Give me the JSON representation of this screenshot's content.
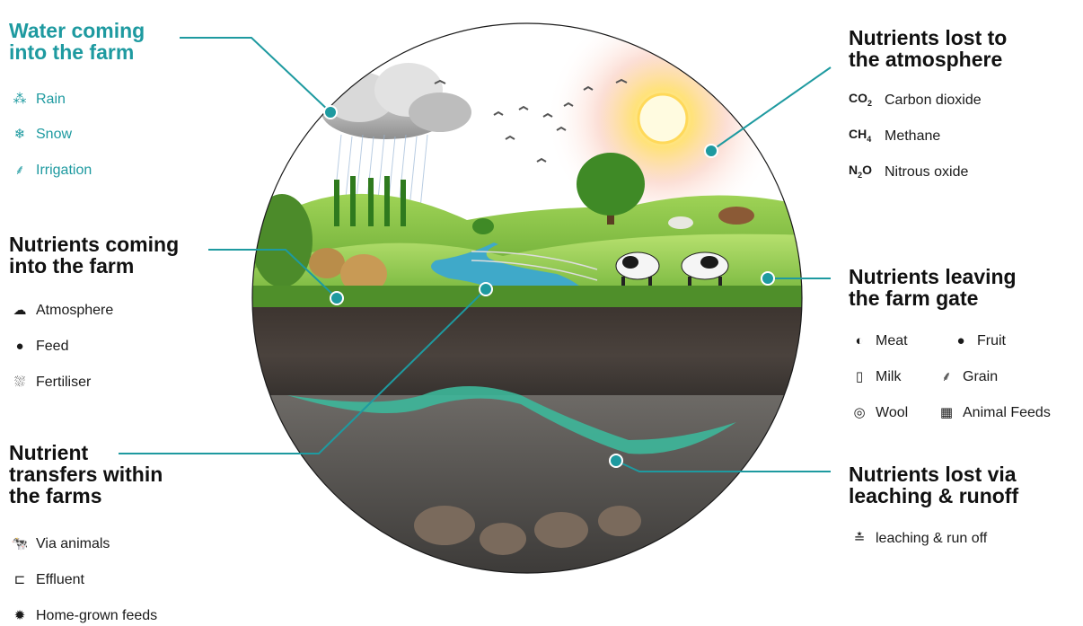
{
  "water": {
    "title_1": "Water coming",
    "title_2": "into the farm",
    "items": [
      {
        "icon": "rain-icon",
        "glyph": "⁂",
        "label": "Rain"
      },
      {
        "icon": "snowflake-icon",
        "glyph": "❄",
        "label": "Snow"
      },
      {
        "icon": "sprinkler-icon",
        "glyph": "⸙",
        "label": "Irrigation"
      }
    ]
  },
  "nutrients_in": {
    "title_1": "Nutrients coming",
    "title_2": "into the farm",
    "items": [
      {
        "icon": "cloud-icon",
        "glyph": "☁",
        "label": "Atmosphere"
      },
      {
        "icon": "feed-icon",
        "glyph": "●",
        "label": "Feed"
      },
      {
        "icon": "fertiliser-icon",
        "glyph": "⛆",
        "label": "Fertiliser"
      }
    ]
  },
  "transfers": {
    "title_1": "Nutrient",
    "title_2": "transfers within",
    "title_3": "the farms",
    "items": [
      {
        "icon": "cow-icon",
        "glyph": "🐄",
        "label": "Via animals"
      },
      {
        "icon": "effluent-icon",
        "glyph": "⊏",
        "label": "Effluent"
      },
      {
        "icon": "plant-icon",
        "glyph": "✹",
        "label": "Home-grown feeds"
      }
    ]
  },
  "atmosphere": {
    "title_1": "Nutrients lost to",
    "title_2": "the atmosphere",
    "items": [
      {
        "formula": "CO",
        "sub": "2",
        "label": "Carbon dioxide"
      },
      {
        "formula": "CH",
        "sub": "4",
        "label": "Methane"
      },
      {
        "formula": "N",
        "sub": "2",
        "formula_tail": "O",
        "label": "Nitrous oxide"
      }
    ]
  },
  "leaving": {
    "title_1": "Nutrients leaving",
    "title_2": "the farm gate",
    "items": [
      {
        "icon": "meat-icon",
        "glyph": "◐",
        "label": "Meat"
      },
      {
        "icon": "apple-icon",
        "glyph": "●",
        "label": "Fruit"
      },
      {
        "icon": "milk-bottle-icon",
        "glyph": "▯",
        "label": "Milk"
      },
      {
        "icon": "grain-icon",
        "glyph": "⸙",
        "label": "Grain"
      },
      {
        "icon": "wool-icon",
        "glyph": "◎",
        "label": "Wool"
      },
      {
        "icon": "bale-icon",
        "glyph": "▦",
        "label": "Animal Feeds"
      }
    ]
  },
  "leaching": {
    "title_1": "Nutrients lost via",
    "title_2": "leaching & runoff",
    "items": [
      {
        "icon": "water-drop-icon",
        "glyph": "≛",
        "label": "leaching & run off"
      }
    ]
  },
  "colors": {
    "teal": "#1e9aa0",
    "text": "#111111"
  }
}
